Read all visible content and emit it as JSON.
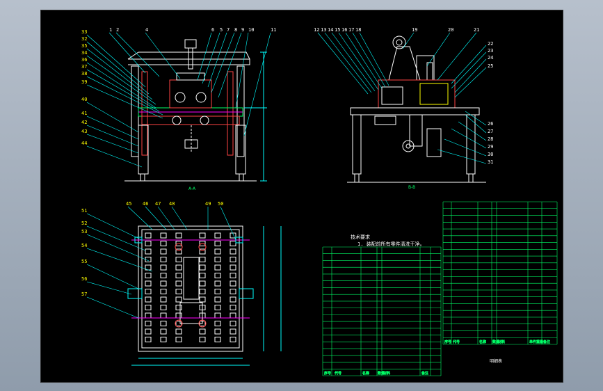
{
  "views": {
    "front": {
      "section_label": "A-A",
      "callouts_top": [
        "1",
        "2",
        "4",
        "6",
        "5",
        "7",
        "8",
        "9",
        "10",
        "11"
      ],
      "callouts_left": [
        "33",
        "32",
        "35",
        "34",
        "36",
        "37",
        "38",
        "39",
        "40",
        "41",
        "42",
        "43",
        "44"
      ]
    },
    "side": {
      "section_label": "B-B",
      "callouts_top": [
        "12",
        "13",
        "14",
        "15",
        "16",
        "17",
        "18",
        "19",
        "20",
        "21"
      ],
      "callouts_right": [
        "22",
        "23",
        "24",
        "25",
        "26",
        "27",
        "28",
        "29",
        "30",
        "31"
      ]
    },
    "plan": {
      "callouts_top": [
        "45",
        "46",
        "47",
        "48",
        "49",
        "50"
      ],
      "callouts_left": [
        "51",
        "52",
        "53",
        "54",
        "55",
        "56",
        "57"
      ]
    }
  },
  "notes": {
    "line1": "技术要求",
    "line2": "1. 装配前所有零件清洗干净。"
  },
  "bom_left": {
    "rows": 18,
    "footer": [
      "序号",
      "代号",
      "名称",
      "数量",
      "材料",
      "备注"
    ]
  },
  "bom_right": {
    "rows": 20,
    "footer": [
      "序号",
      "代号",
      "名称",
      "数量",
      "材料",
      "单件重量",
      "备注"
    ],
    "title": "明细表"
  }
}
